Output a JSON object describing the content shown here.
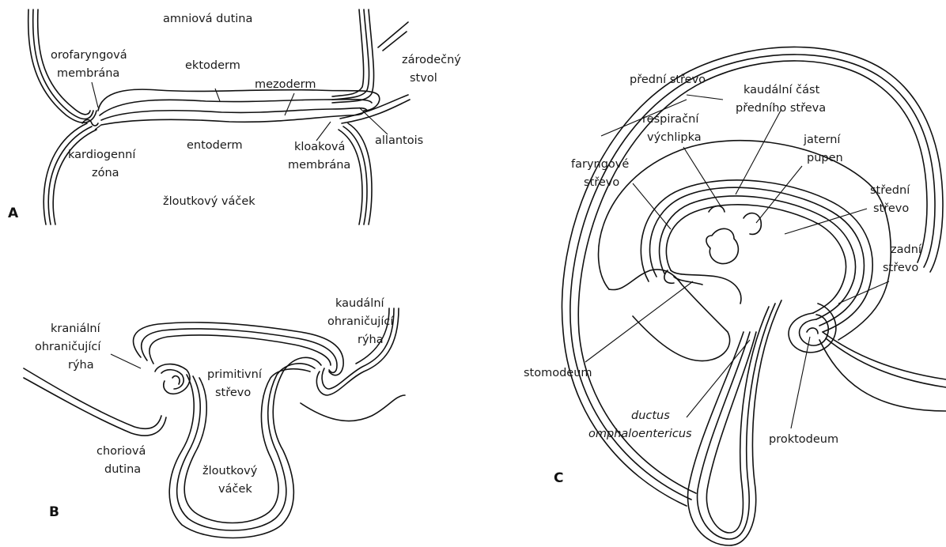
{
  "panels": {
    "a": {
      "letter": "A",
      "labels": {
        "amnion": "amniová dutina",
        "oro1": "orofaryngová",
        "oro2": "membrána",
        "ekto": "ektoderm",
        "mezo": "mezoderm",
        "zar1": "zárodečný",
        "zar2": "stvol",
        "kard1": "kardiogenní",
        "kard2": "zóna",
        "ento": "entoderm",
        "klo1": "kloaková",
        "klo2": "membrána",
        "all": "allantois",
        "zlout": "žloutkový váček"
      }
    },
    "b": {
      "letter": "B",
      "labels": {
        "kr1": "kraniální",
        "kr2": "ohraničující",
        "kr3": "rýha",
        "ka1": "kaudální",
        "ka2": "ohraničující",
        "ka3": "rýha",
        "pr1": "primitivní",
        "pr2": "střevo",
        "ch1": "choriová",
        "ch2": "dutina",
        "zv1": "žloutkový",
        "zv2": "váček"
      }
    },
    "c": {
      "letter": "C",
      "labels": {
        "ps": "přední střevo",
        "kc1": "kaudální část",
        "kc2": "předního střeva",
        "rv1": "respirační",
        "rv2": "výchlipka",
        "jp1": "jaterní",
        "jp2": "pupen",
        "fs1": "faryngové",
        "fs2": "střevo",
        "ss1": "střední",
        "ss2": "střevo",
        "zs1": "zadní",
        "zs2": "střevo",
        "stomo": "stomodeum",
        "do1": "ductus",
        "do2": "omphaloentericus",
        "prokto": "proktodeum"
      }
    }
  }
}
